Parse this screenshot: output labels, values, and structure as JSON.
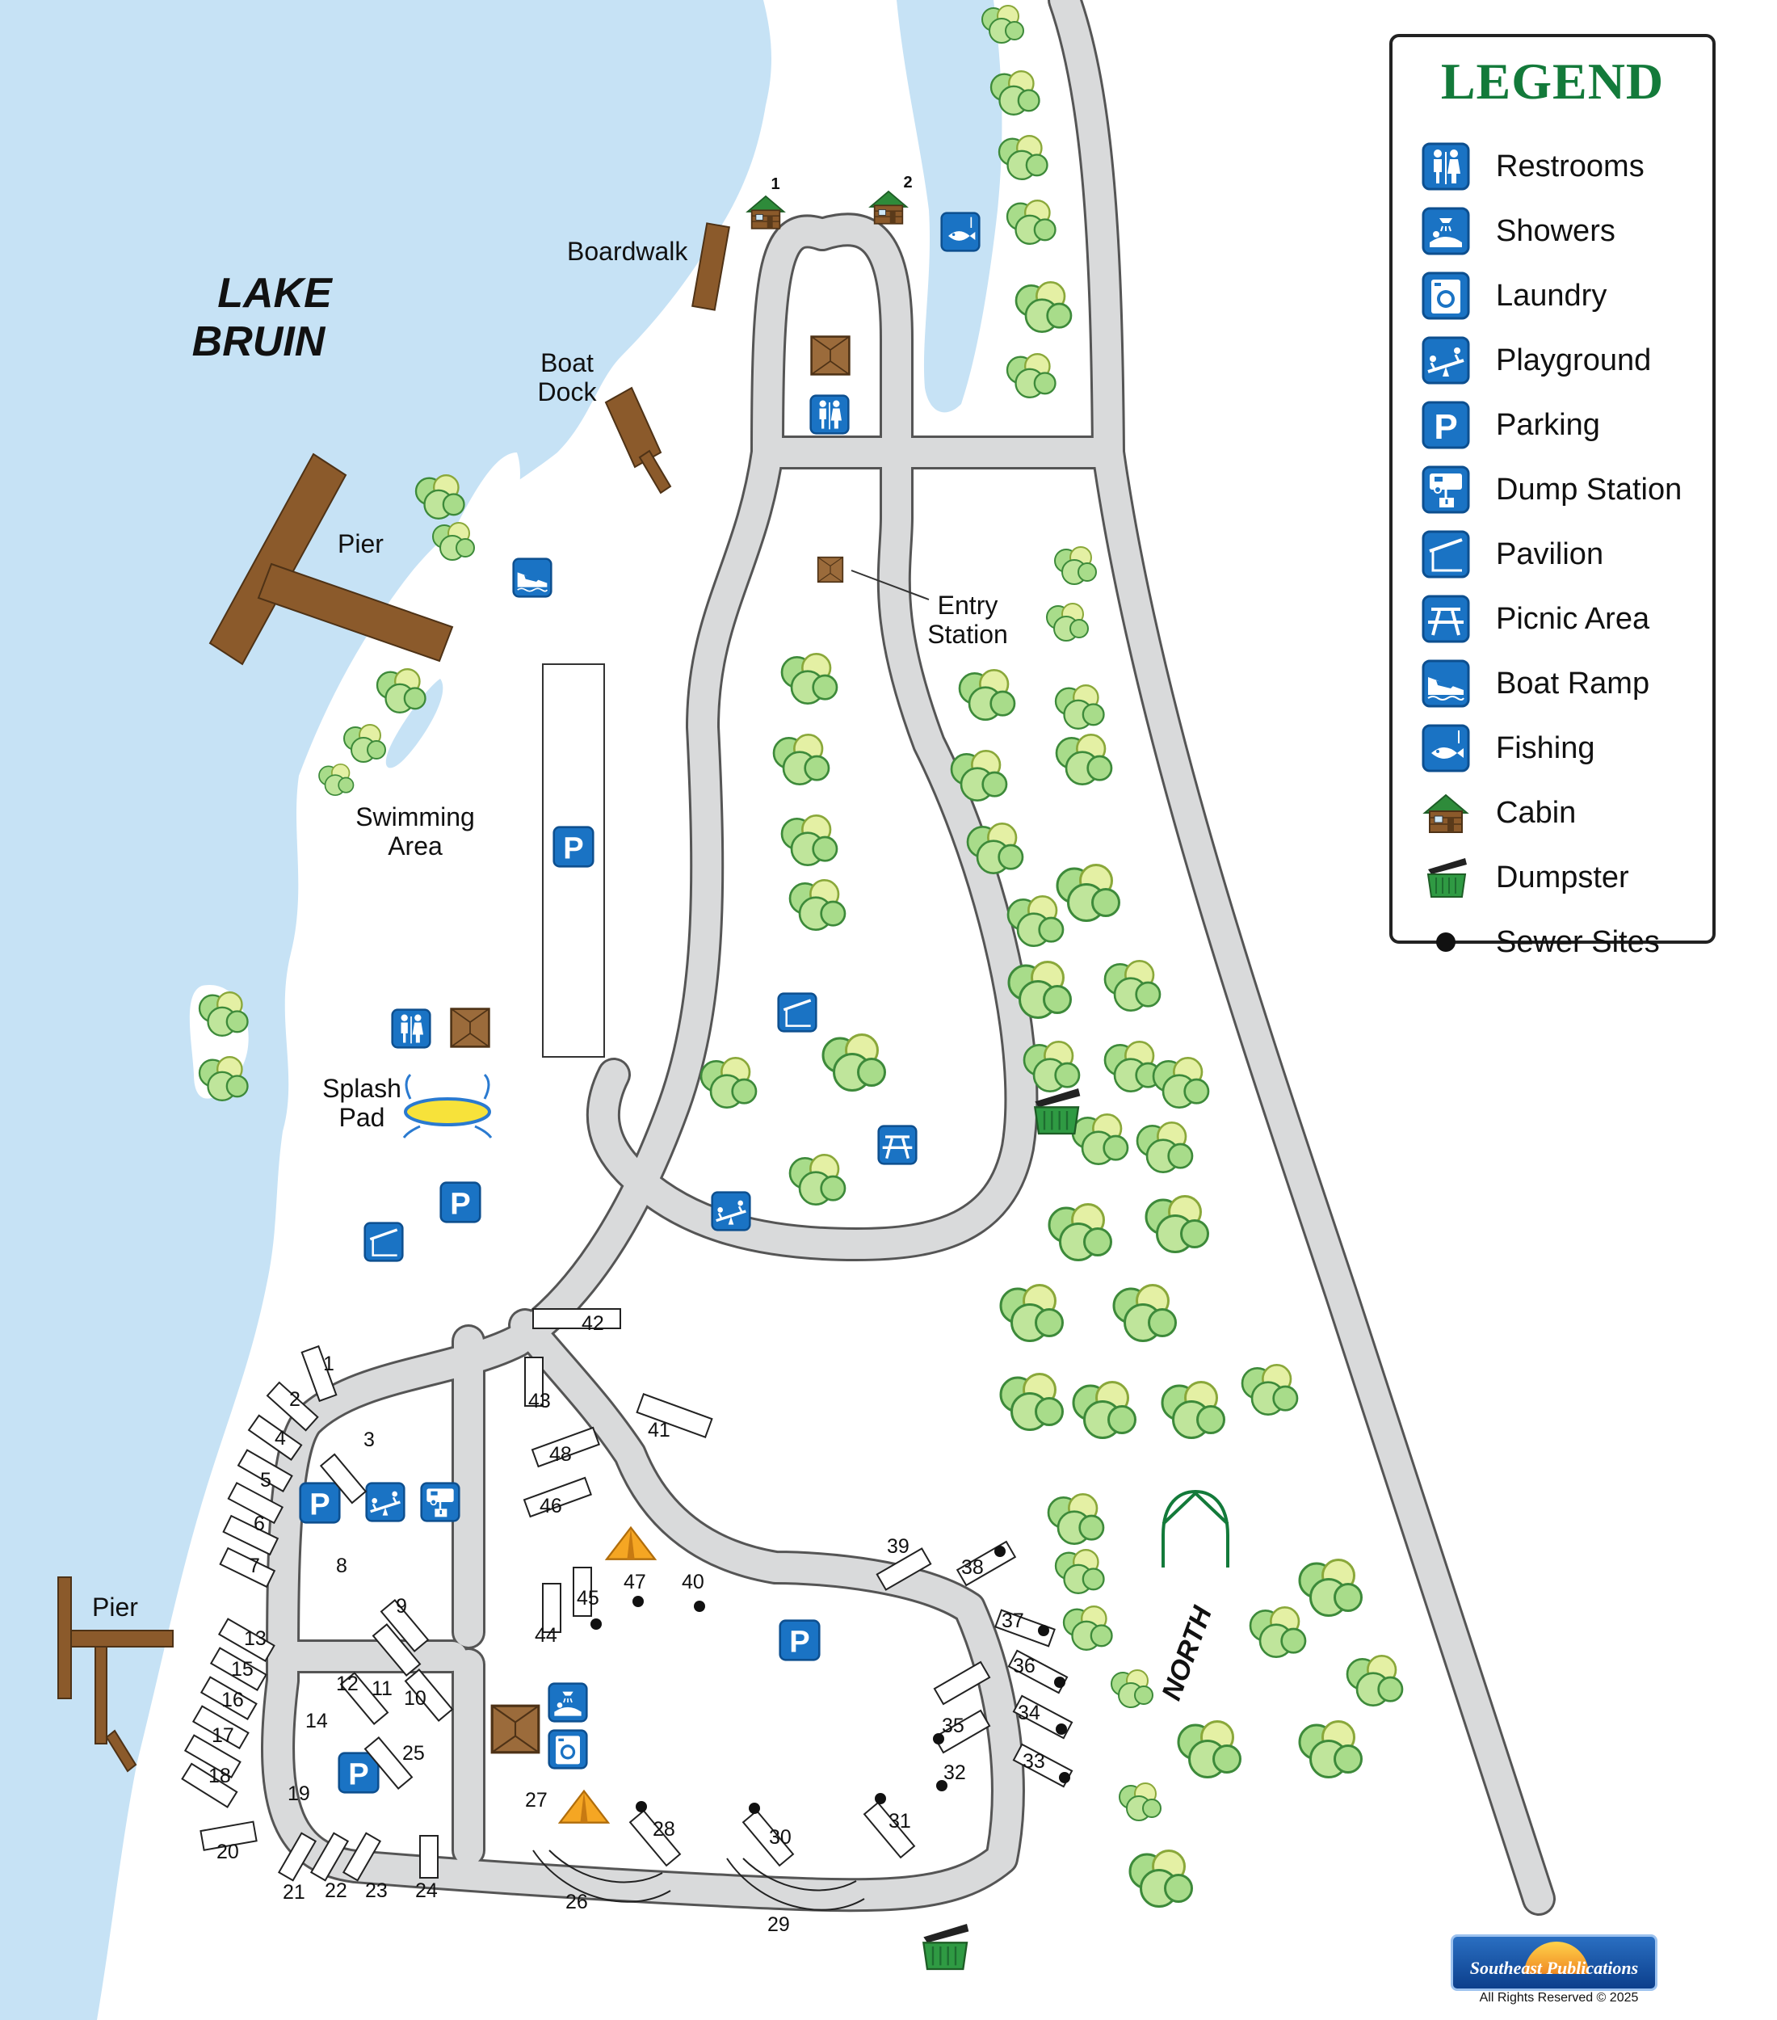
{
  "map": {
    "lake_label_line1": "LAKE",
    "lake_label_line2": "BRUIN",
    "places": {
      "boardwalk": "Boardwalk",
      "boat_dock_line1": "Boat",
      "boat_dock_line2": "Dock",
      "pier_top": "Pier",
      "pier_bottom": "Pier",
      "swimming_line1": "Swimming",
      "swimming_line2": "Area",
      "splash_line1": "Splash",
      "splash_line2": "Pad",
      "entry_line1": "Entry",
      "entry_line2": "Station",
      "north": "NORTH",
      "cabin_1": "1",
      "cabin_2": "2"
    },
    "site_numbers": [
      "1",
      "2",
      "3",
      "4",
      "5",
      "6",
      "7",
      "8",
      "9",
      "10",
      "11",
      "12",
      "13",
      "14",
      "15",
      "16",
      "17",
      "18",
      "19",
      "20",
      "21",
      "22",
      "23",
      "24",
      "25",
      "26",
      "27",
      "28",
      "29",
      "30",
      "31",
      "32",
      "33",
      "34",
      "35",
      "36",
      "37",
      "38",
      "39",
      "40",
      "41",
      "42",
      "43",
      "44",
      "45",
      "46",
      "47",
      "48"
    ],
    "sewer_sites": [
      "28",
      "30",
      "31",
      "32",
      "33",
      "34",
      "35",
      "36",
      "37",
      "38",
      "40",
      "45",
      "47"
    ]
  },
  "legend": {
    "title": "LEGEND",
    "items": [
      {
        "label": "Restrooms",
        "icon": "restrooms-icon"
      },
      {
        "label": "Showers",
        "icon": "showers-icon"
      },
      {
        "label": "Laundry",
        "icon": "laundry-icon"
      },
      {
        "label": "Playground",
        "icon": "playground-icon"
      },
      {
        "label": "Parking",
        "icon": "parking-icon"
      },
      {
        "label": "Dump Station",
        "icon": "dump-station-icon"
      },
      {
        "label": "Pavilion",
        "icon": "pavilion-icon"
      },
      {
        "label": "Picnic Area",
        "icon": "picnic-area-icon"
      },
      {
        "label": "Boat Ramp",
        "icon": "boat-ramp-icon"
      },
      {
        "label": "Fishing",
        "icon": "fishing-icon"
      },
      {
        "label": "Cabin",
        "icon": "cabin-icon"
      },
      {
        "label": "Dumpster",
        "icon": "dumpster-icon"
      },
      {
        "label": "Sewer Sites",
        "icon": "sewer-site-dot-icon"
      }
    ]
  },
  "brand": {
    "name": "Southeast Publications",
    "copyright": "All Rights Reserved © 2025"
  },
  "colors": {
    "water": "#c6e2f5",
    "road": "#d9dadb",
    "road_edge": "#555555",
    "icon_blue": "#1a73c4",
    "tree_green": "#a8dc8a",
    "tree_yellow": "#e4f0a4",
    "wood": "#8b5a2b",
    "legend_title": "#137a3a"
  }
}
